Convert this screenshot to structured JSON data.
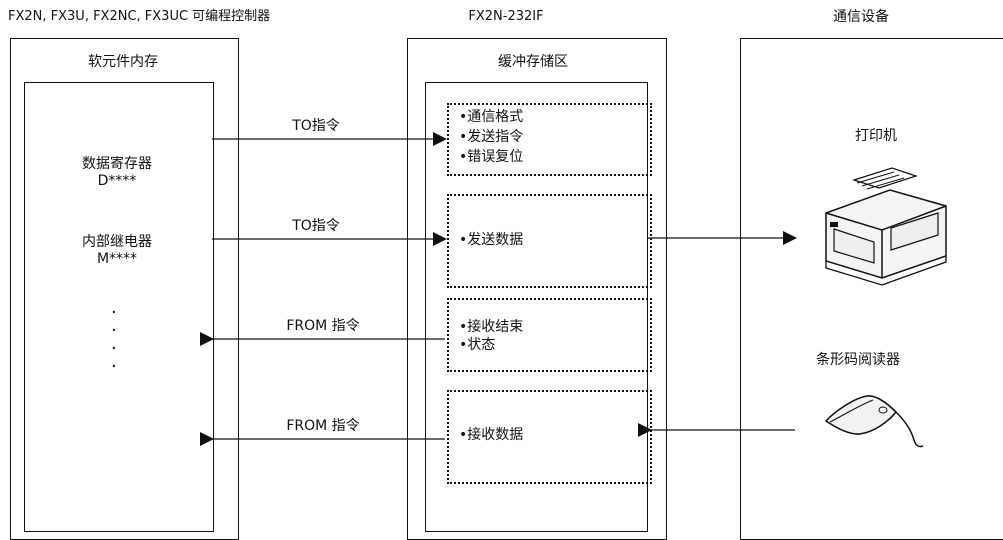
{
  "labels": {
    "plc_title": "FX2N, FX3U, FX2NC, FX3UC 可编程控制器",
    "module_title": "FX2N-232IF",
    "device_title": "通信设备",
    "mem_title": "软元件内存",
    "buffer_title": "缓冲存储区",
    "data_reg": "数据寄存器",
    "data_reg_code": "D****",
    "internal_relay": "内部继电器",
    "internal_relay_code": "M****",
    "to_cmd_1": "TO指令",
    "to_cmd_2": "TO指令",
    "from_cmd_1": "FROM 指令",
    "from_cmd_2": "FROM 指令",
    "buf1": [
      "•通信格式",
      "•发送指令",
      "•错误复位"
    ],
    "buf2": "•发送数据",
    "buf3": [
      "•接收结束",
      "•状态"
    ],
    "buf4": "•接收数据",
    "printer": "打印机",
    "barcode": "条形码阅读器"
  },
  "icons": {
    "printer": "printer-icon",
    "barcode": "barcode-scanner-icon"
  },
  "colors": {
    "line": "#111111"
  }
}
